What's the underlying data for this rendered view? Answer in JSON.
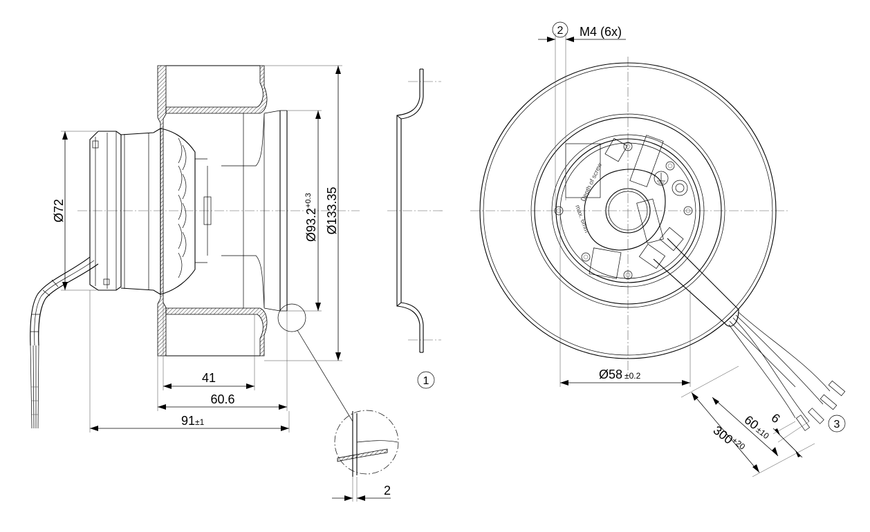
{
  "side_view": {
    "dia_72": "Ø72",
    "dia_93": "Ø93.2",
    "dia_93_tol": "+0.3",
    "dia_133": "Ø133.35",
    "dim_41": "41",
    "dim_60_6": "60.6",
    "dim_91": "91",
    "dim_91_tol": "±1"
  },
  "section_view": {
    "balloon_1": "1"
  },
  "detail_view": {
    "dim_2": "2"
  },
  "front_view": {
    "balloon_2": "2",
    "thread": "M4 (6x)",
    "dia_58": "Ø58",
    "dia_58_tol": "±0.2",
    "depth_note_1": "Depth of screw",
    "depth_note_2": "max. 6mm",
    "cable_300": "300",
    "cable_300_tol": "+20",
    "cable_60": "60",
    "cable_60_tol": "±10",
    "cable_6": "6",
    "balloon_3": "3"
  }
}
